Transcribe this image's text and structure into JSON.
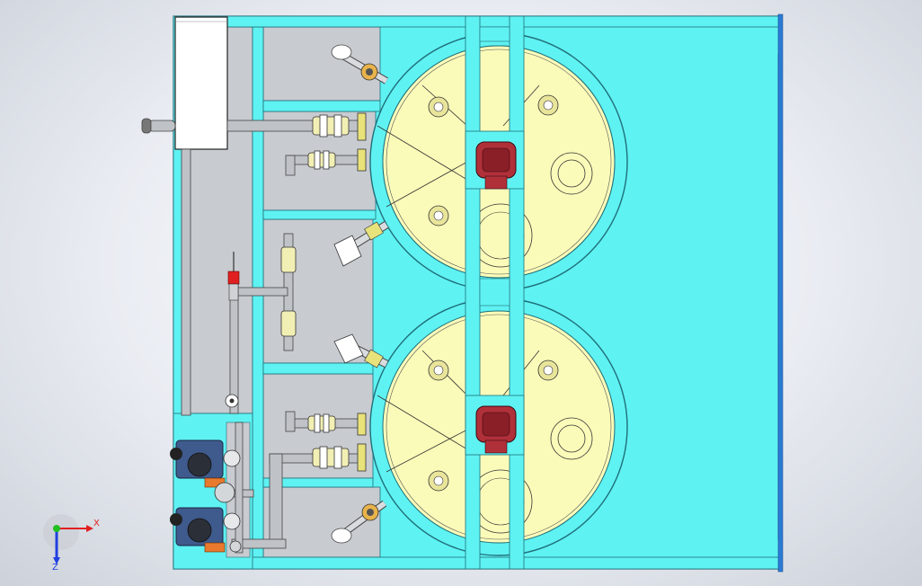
{
  "view": {
    "triad_x_label": "X",
    "triad_z_label": "Z"
  },
  "colors": {
    "frame": "#5ff2f2",
    "frame_edge": "#1f6f7a",
    "tank_fill": "#fbfbb9",
    "bay": "#c8cbd0",
    "motor": "#b0303a",
    "pump_body": "#3f5a8c",
    "accent_orange": "#e8792d",
    "accent_red": "#e02020",
    "cabinet": "#ffffff",
    "right_edge": "#2b7bd6"
  },
  "components": [
    {
      "name": "skid-frame"
    },
    {
      "name": "control-cabinet"
    },
    {
      "name": "upper-tank"
    },
    {
      "name": "lower-tank"
    },
    {
      "name": "upper-agitator-motor"
    },
    {
      "name": "lower-agitator-motor"
    },
    {
      "name": "metering-pump-1"
    },
    {
      "name": "metering-pump-2"
    }
  ]
}
